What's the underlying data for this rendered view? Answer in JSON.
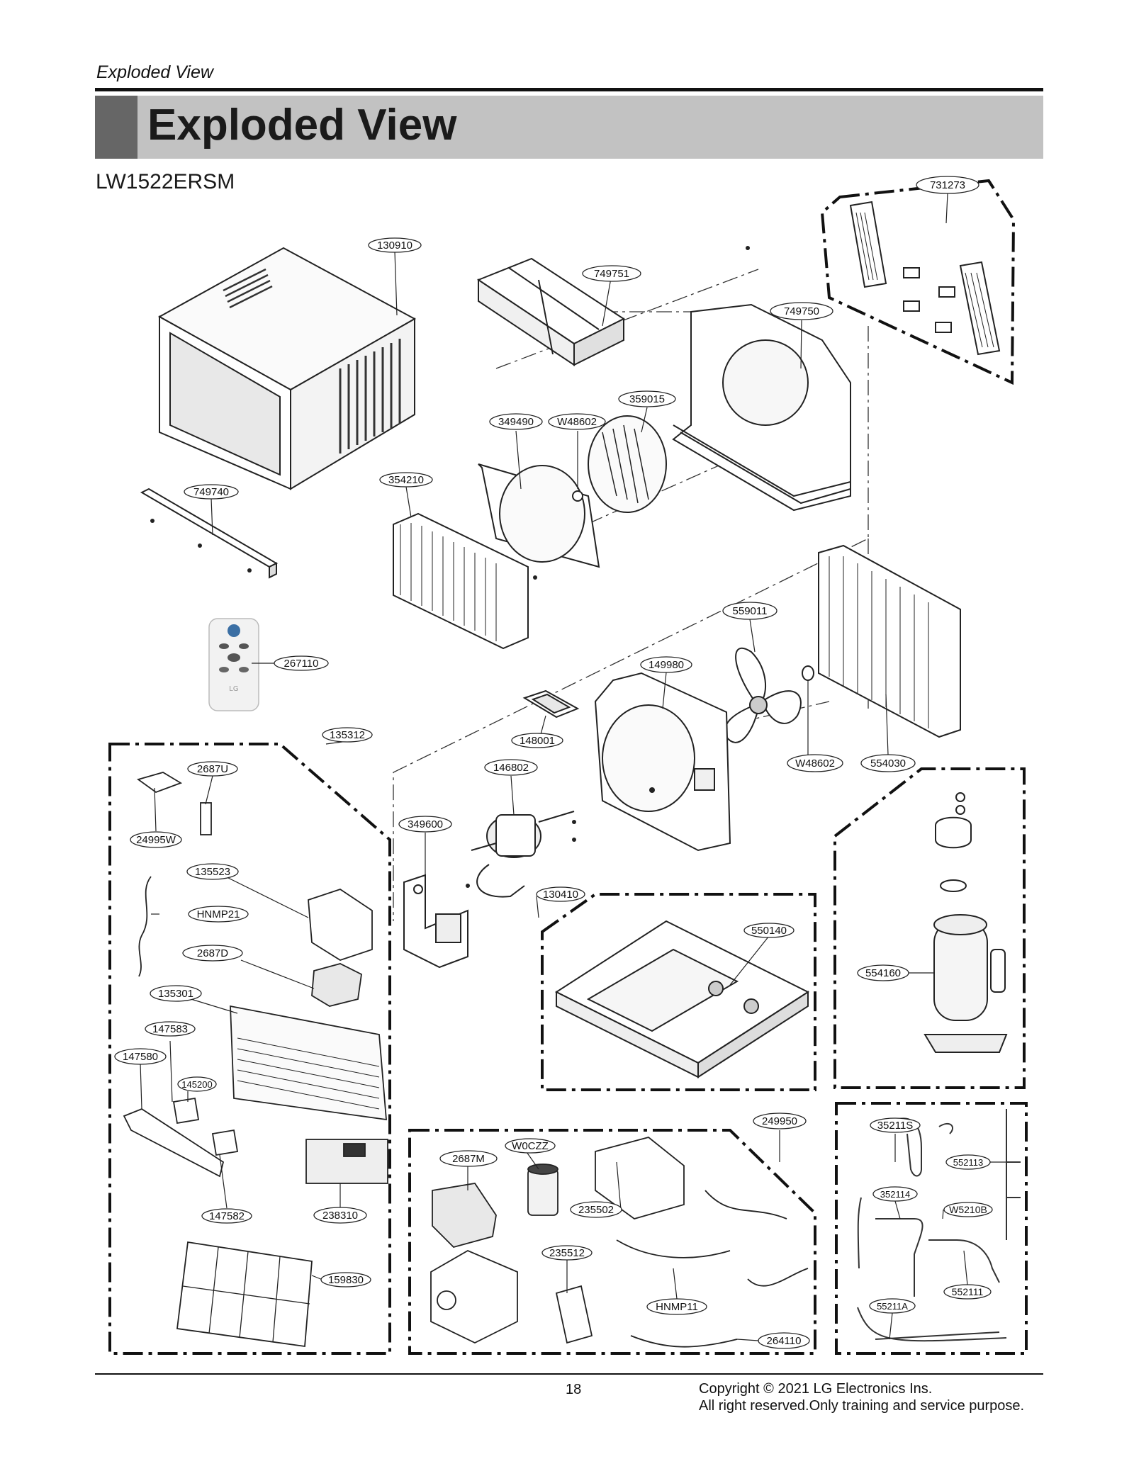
{
  "header": {
    "running_head": "Exploded View",
    "title": "Exploded View",
    "model": "LW1522ERSM"
  },
  "footer": {
    "page_number": "18",
    "copyright_line1": "Copyright © 2021 LG Electronics Ins.",
    "copyright_line2": "All right reserved.Only training and service purpose."
  },
  "parts": {
    "p731273": "731273",
    "p130910": "130910",
    "p749751": "749751",
    "p749750": "749750",
    "p359015": "359015",
    "p349490": "349490",
    "pW48602a": "W48602",
    "p354210": "354210",
    "p749740": "749740",
    "p559011": "559011",
    "p267110": "267110",
    "p149980": "149980",
    "p135312": "135312",
    "p148001": "148001",
    "pW48602b": "W48602",
    "p554030": "554030",
    "p2687U": "2687U",
    "p146802": "146802",
    "p24995W": "24995W",
    "p349600": "349600",
    "p135523": "135523",
    "p130410": "130410",
    "pHNMP21": "HNMP21",
    "p550140": "550140",
    "p2687D": "2687D",
    "p554160": "554160",
    "p135301": "135301",
    "p147583": "147583",
    "p147580": "147580",
    "p145200": "145200",
    "p249950": "249950",
    "p35211S": "35211S",
    "pW0CZZ": "W0CZZ",
    "p2687M": "2687M",
    "p552113": "552113",
    "p352114": "352114",
    "p235502": "235502",
    "p147582": "147582",
    "p238310": "238310",
    "pW5210B": "W5210B",
    "p235512": "235512",
    "p159830": "159830",
    "pHNMP11": "HNMP11",
    "p552111": "552111",
    "p55211A": "55211A",
    "p264110": "264110"
  },
  "remote": {
    "brand": "LG"
  }
}
